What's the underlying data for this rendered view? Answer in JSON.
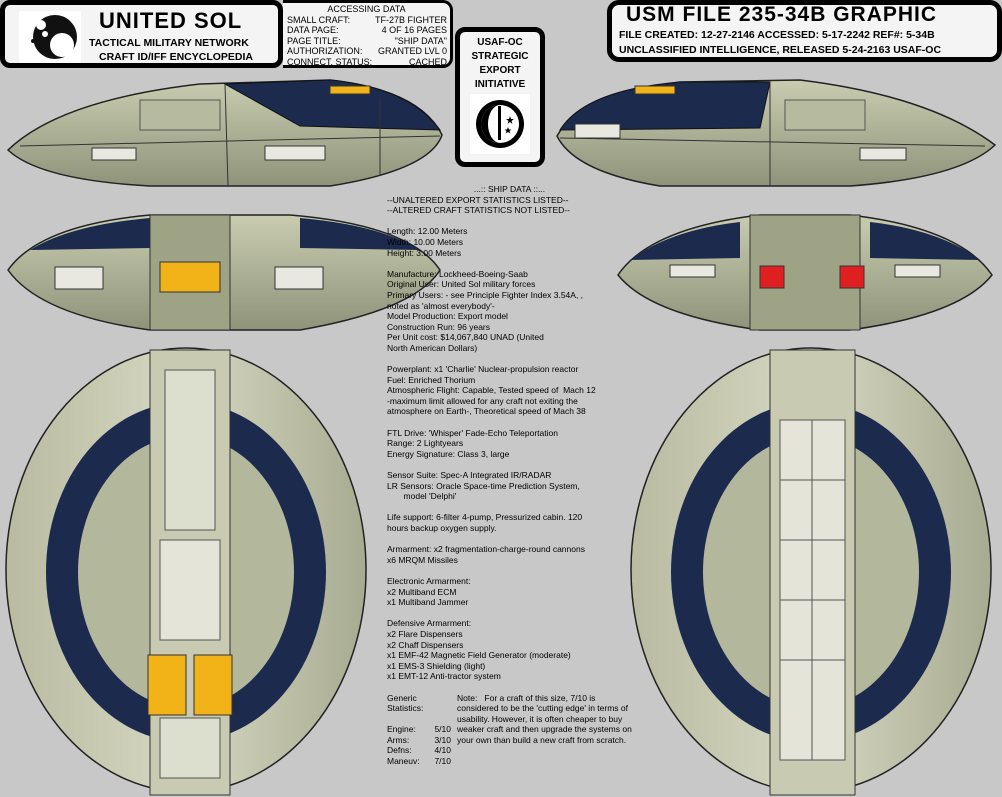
{
  "header_left": {
    "title": "UNITED  SOL",
    "subtitle_1": "TACTICAL MILITARY NETWORK",
    "subtitle_2": "CRAFT ID/IFF ENCYCLOPEDIA"
  },
  "access_panel": {
    "heading": "ACCESSING DATA",
    "rows": [
      {
        "label": "SMALL CRAFT:",
        "value": "TF-27B FIGHTER"
      },
      {
        "label": "DATA PAGE:",
        "value": "4 OF 16 PAGES"
      },
      {
        "label": "PAGE TITLE:",
        "value": "\"SHIP DATA\""
      },
      {
        "label": "AUTHORIZATION:",
        "value": "GRANTED LVL 0"
      },
      {
        "label": "CONNECT. STATUS:",
        "value": "CACHED"
      }
    ]
  },
  "header_right": {
    "title": "USM FILE 235-34B GRAPHIC",
    "line_1": "FILE CREATED: 12-27-2146  ACCESSED: 5-17-2242  REF#: 5-34B",
    "line_2": "UNCLASSIFIED INTELLIGENCE, RELEASED 5-24-2163 USAF-OC"
  },
  "usaf_badge": {
    "lines": [
      "USAF-OC",
      "STRATEGIC",
      "EXPORT",
      "INITIATIVE"
    ]
  },
  "ship_data": {
    "heading": "...:: SHIP DATA ::...",
    "notice_1": "--UNALTERED EXPORT STATISTICS LISTED--",
    "notice_2": "--ALTERED CRAFT STATISTICS NOT LISTED--",
    "dimensions": [
      "Length: 12.00 Meters",
      "Width: 10.00 Meters",
      "Height: 3.00 Meters"
    ],
    "manufacture": [
      "Manufacture: Lockheed-Boeing-Saab",
      "Original User: United Sol military forces",
      "Primary Users: - see Principle Fighter Index 3.54A, ,",
      "noted as 'almost everybody'-",
      "Model Production: Export model",
      "Construction Run: 96 years",
      "Per Unit cost: $14,067,840 UNAD (United",
      "North American Dollars)"
    ],
    "power": [
      "Powerplant: x1 'Charlie' Nuclear-propulsion reactor",
      "Fuel: Enriched Thorium",
      "Atmospheric Flight: Capable, Tested speed of  Mach 12",
      "-maximum limit allowed for any craft not exiting the",
      "atmosphere on Earth-, Theoretical speed of Mach 38"
    ],
    "ftl": [
      "FTL Drive: 'Whisper' Fade-Echo Teleportation",
      "Range: 2 Lightyears",
      "Energy Signature: Class 3, large"
    ],
    "sensors": [
      "Sensor Suite: Spec-A Integrated IR/RADAR",
      "LR Sensors: Oracle Space-time Prediction System,",
      "       model 'Delphi'"
    ],
    "life": [
      "Life support: 6-filter 4-pump, Pressurized cabin. 120",
      "hours backup oxygen supply."
    ],
    "armament": [
      "Armarment: x2 fragmentation-charge-round cannons",
      "x6 MRQM Missiles"
    ],
    "electronic": [
      "Electronic Armarment:",
      "x2 Multiband ECM",
      "x1 Multiband Jammer"
    ],
    "defensive": [
      "Defensive Armarment:",
      "x2 Flare Dispensers",
      "x2 Chaff Dispensers",
      "x1 EMF-42 Magnetic Field Generator (moderate)",
      "x1 EMS-3 Shielding (light)",
      "x1 EMT-12 Anti-tractor system"
    ],
    "generic_heading": "Generic Statistics:",
    "generic_stats": [
      {
        "label": "Engine:",
        "value": "5/10"
      },
      {
        "label": "Arms:",
        "value": "3/10"
      },
      {
        "label": "Defns:",
        "value": "4/10"
      },
      {
        "label": "Maneuv:",
        "value": "7/10"
      }
    ],
    "note": "Note:   For a craft of this size, 7/10 is considered to be the 'cutting edge' in terms of usability. However, it is often cheaper to buy weaker craft and then upgrade the systems on your own than build a new craft from scratch."
  },
  "colors": {
    "background": "#c8c8c8",
    "hull": "#a9ad8e",
    "hull_light": "#cfd2b8",
    "canopy": "#1c2a4e",
    "engine_glow": "#f2b318",
    "warning_red": "#e02020"
  }
}
